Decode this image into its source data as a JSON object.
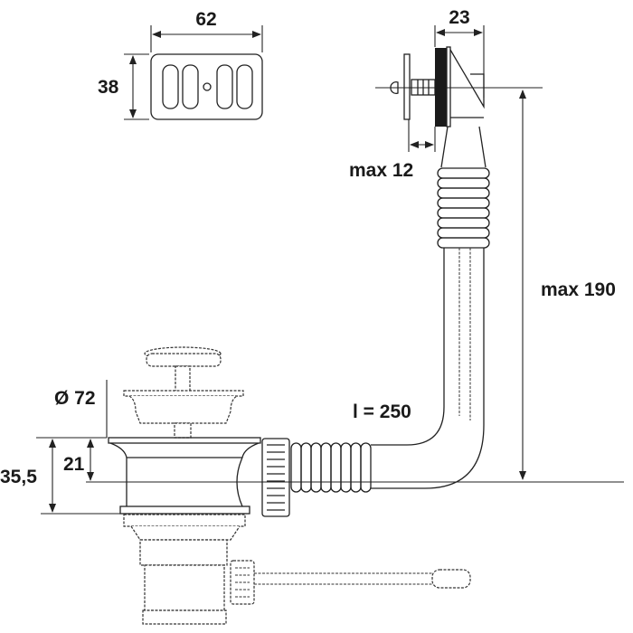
{
  "drawing": {
    "dimensions": {
      "plate_width": "62",
      "plate_height": "38",
      "overflow_depth": "23",
      "wall_thickness": "max 12",
      "overflow_height": "max 190",
      "strainer_diameter": "Ø 72",
      "hose_length": "l = 250",
      "outlet_height": "21",
      "body_height": "35,5"
    },
    "colors": {
      "line": "#222222",
      "fill": "#ffffff",
      "gasket": "#1a1a1a"
    }
  }
}
